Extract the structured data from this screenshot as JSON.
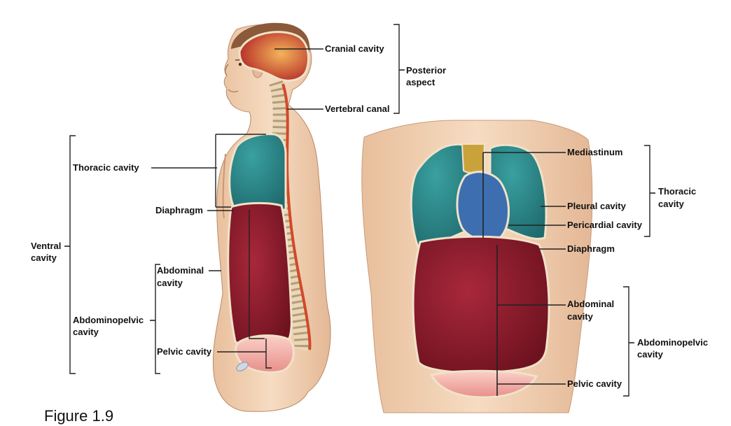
{
  "caption": "Figure 1.9",
  "labels": {
    "cranial_cavity": "Cranial cavity",
    "vertebral_canal": "Vertebral canal",
    "posterior_aspect_1": "Posterior",
    "posterior_aspect_2": "aspect",
    "thoracic_cavity_side": "Thoracic cavity",
    "diaphragm_side": "Diaphragm",
    "ventral_cavity_1": "Ventral",
    "ventral_cavity_2": "cavity",
    "abdominal_cavity_side_1": "Abdominal",
    "abdominal_cavity_side_2": "cavity",
    "abdominopelvic_side_1": "Abdominopelvic",
    "abdominopelvic_side_2": "cavity",
    "pelvic_cavity_side": "Pelvic cavity",
    "mediastinum": "Mediastinum",
    "pleural_cavity": "Pleural cavity",
    "pericardial_cavity": "Pericardial cavity",
    "thoracic_cavity_front_1": "Thoracic",
    "thoracic_cavity_front_2": "cavity",
    "diaphragm_front": "Diaphragm",
    "abdominal_cavity_front_1": "Abdominal",
    "abdominal_cavity_front_2": "cavity",
    "abdominopelvic_front_1": "Abdominopelvic",
    "abdominopelvic_front_2": "cavity",
    "pelvic_cavity_front": "Pelvic cavity"
  },
  "colors": {
    "skin": "#f2d2b4",
    "skin_shadow": "#d9a888",
    "cranial": "#c8402a",
    "thoracic_teal": "#2f8a8a",
    "abdominal_red": "#8e1d2c",
    "pelvic_pink": "#f2a8a4",
    "mediastinum_gold": "#c9a33a",
    "heart_blue": "#3d6fb0",
    "spine": "#e8d8b8"
  }
}
